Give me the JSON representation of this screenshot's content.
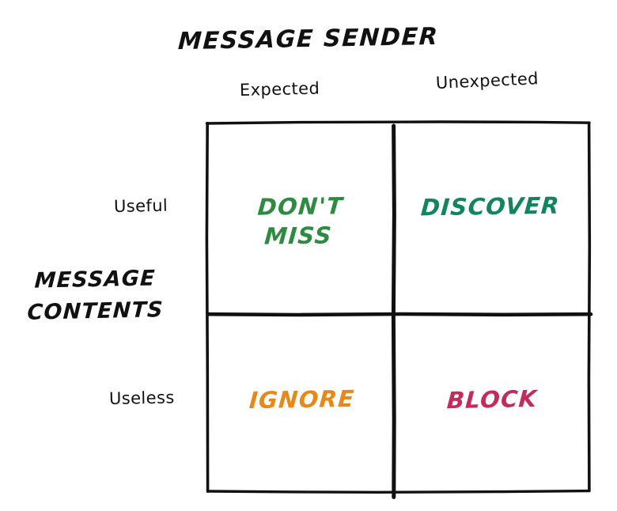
{
  "title": "MESSAGE SENDER",
  "axes": {
    "x_title": "MESSAGE SENDER",
    "y_title_line1": "MESSAGE",
    "y_title_line2": "CONTENTS",
    "columns": [
      "Expected",
      "Unexpected"
    ],
    "rows": [
      "Useful",
      "Useless"
    ]
  },
  "quadrants": [
    {
      "id": "useful-expected",
      "row": "Useful",
      "column": "Expected",
      "label_line1": "DON'T",
      "label_line2": "MISS",
      "label_full": "DON'T MISS",
      "color": "#2f8b41"
    },
    {
      "id": "useful-unexpected",
      "row": "Useful",
      "column": "Unexpected",
      "label_line1": "DISCOVER",
      "label_line2": "",
      "label_full": "DISCOVER",
      "color": "#13855e"
    },
    {
      "id": "useless-expected",
      "row": "Useless",
      "column": "Expected",
      "label_line1": "IGNORE",
      "label_line2": "",
      "label_full": "IGNORE",
      "color": "#e8871a"
    },
    {
      "id": "useless-unexpected",
      "row": "Useless",
      "column": "Unexpected",
      "label_line1": "BLOCK",
      "label_line2": "",
      "label_full": "BLOCK",
      "color": "#c42a5b"
    }
  ],
  "chart_data": {
    "type": "table",
    "title": "MESSAGE SENDER",
    "xlabel": "MESSAGE SENDER",
    "ylabel": "MESSAGE CONTENTS",
    "categories": [
      "Expected",
      "Unexpected"
    ],
    "rows": [
      "Useful",
      "Useless"
    ],
    "cells": [
      [
        "DON'T MISS",
        "DISCOVER"
      ],
      [
        "IGNORE",
        "BLOCK"
      ]
    ],
    "cell_colors": [
      [
        "#2f8b41",
        "#13855e"
      ],
      [
        "#e8871a",
        "#c42a5b"
      ]
    ],
    "grid": true,
    "legend": "none",
    "style": "hand-drawn 2x2 matrix"
  },
  "style": {
    "background": "#ffffff",
    "stroke": "#111111",
    "text": "#111111"
  }
}
